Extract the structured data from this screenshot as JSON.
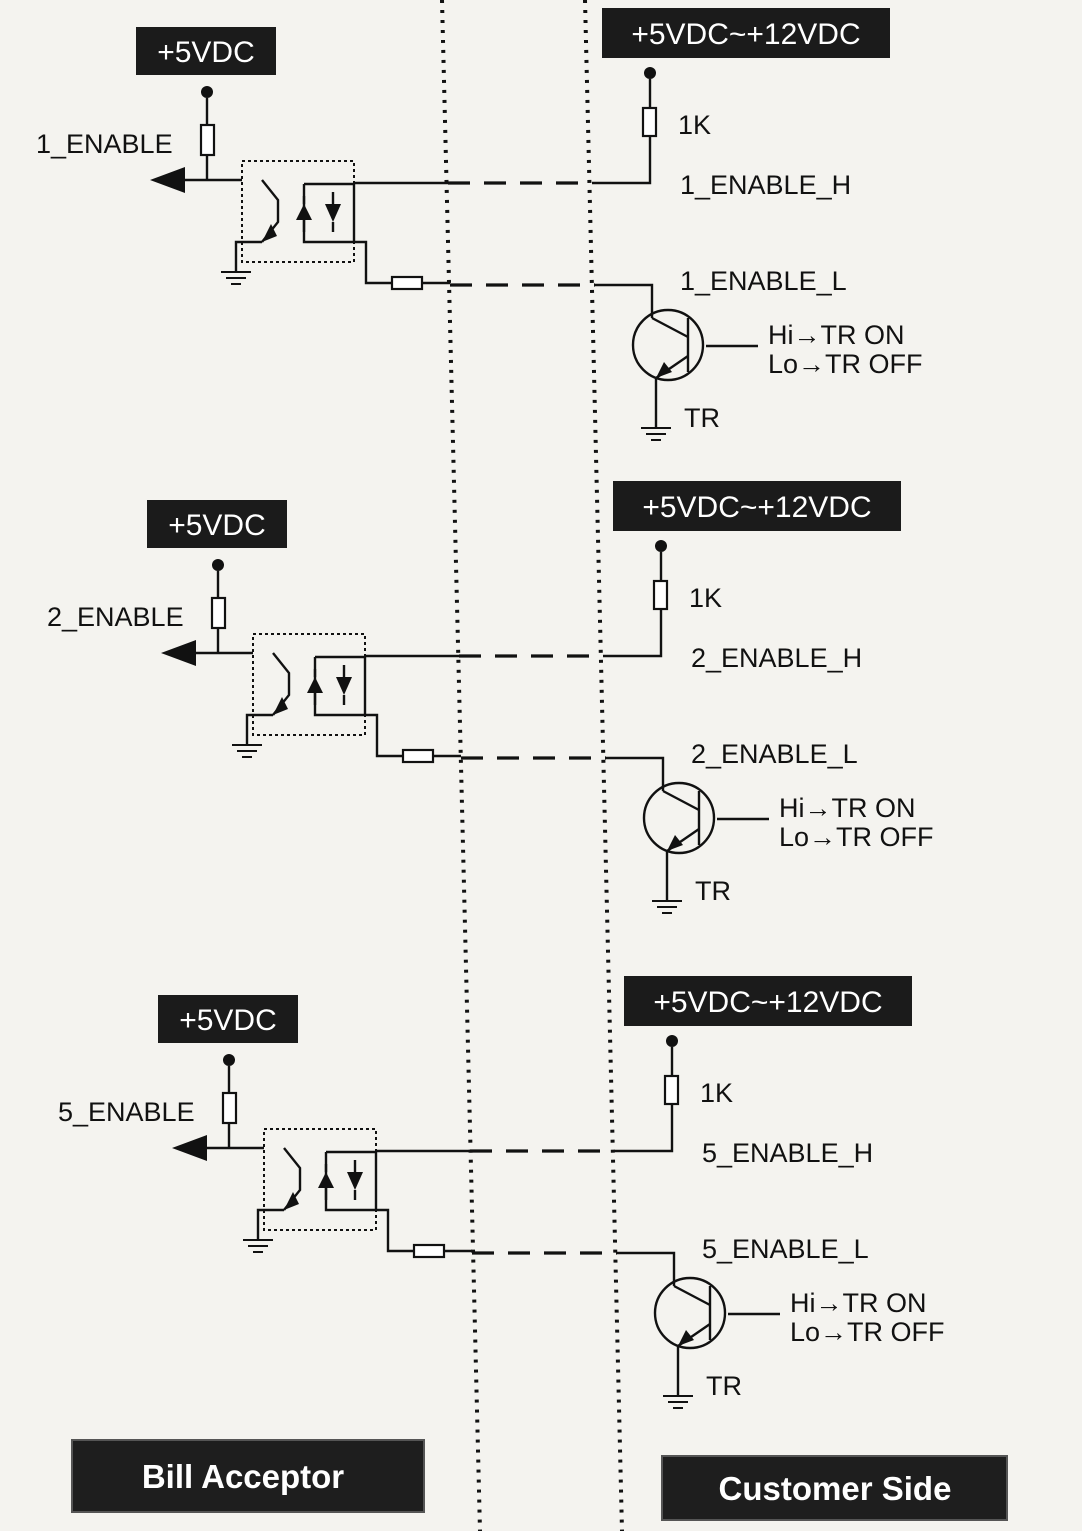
{
  "stages": [
    {
      "vcc_left": "+5VDC",
      "vcc_right": "+5VDC~+12VDC",
      "enable": "1_ENABLE",
      "resistor": "1K",
      "enable_h": "1_ENABLE_H",
      "enable_l": "1_ENABLE_L",
      "hi_note": "Hi→TR  ON",
      "lo_note": "Lo→TR  OFF",
      "tr": "TR"
    },
    {
      "vcc_left": "+5VDC",
      "vcc_right": "+5VDC~+12VDC",
      "enable": "2_ENABLE",
      "resistor": "1K",
      "enable_h": "2_ENABLE_H",
      "enable_l": "2_ENABLE_L",
      "hi_note": "Hi→TR  ON",
      "lo_note": "Lo→TR  OFF",
      "tr": "TR"
    },
    {
      "vcc_left": "+5VDC",
      "vcc_right": "+5VDC~+12VDC",
      "enable": "5_ENABLE",
      "resistor": "1K",
      "enable_h": "5_ENABLE_H",
      "enable_l": "5_ENABLE_L",
      "hi_note": "Hi→TR  ON",
      "lo_note": "Lo→TR  OFF",
      "tr": "TR"
    }
  ],
  "footer": {
    "left": "Bill Acceptor",
    "right": "Customer Side"
  }
}
